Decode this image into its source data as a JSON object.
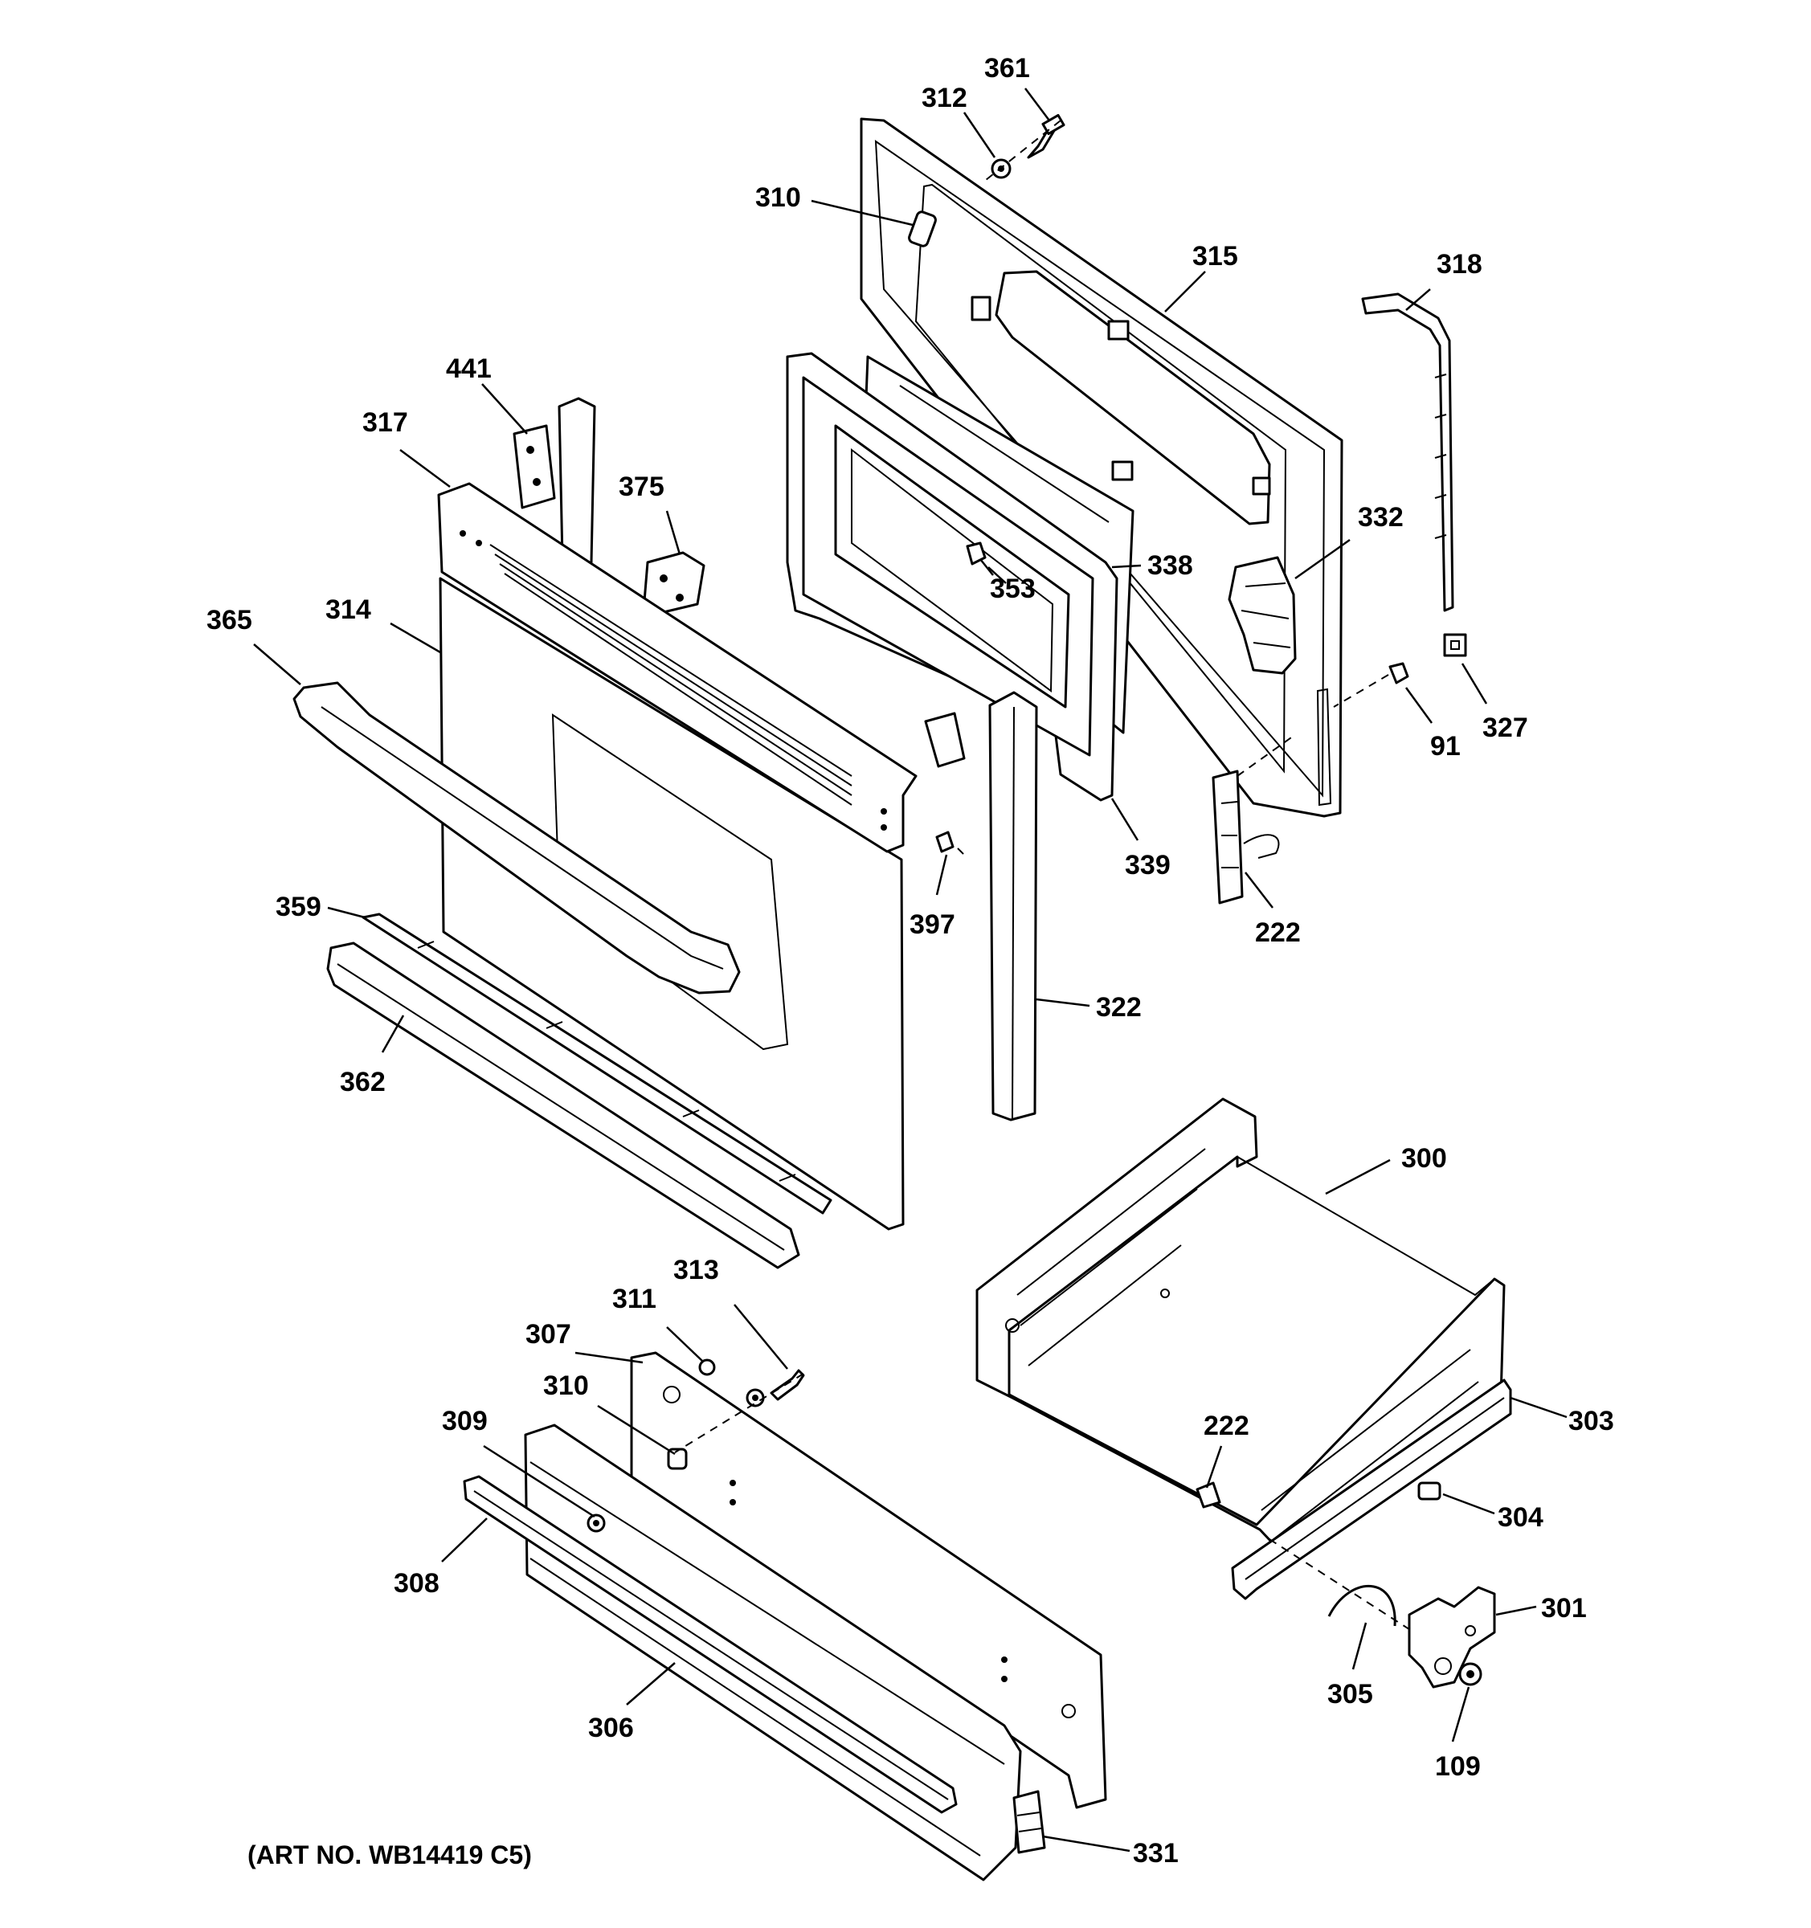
{
  "callouts": {
    "c361": "361",
    "c312": "312",
    "c310a": "310",
    "c315": "315",
    "c318": "318",
    "c441": "441",
    "c317": "317",
    "c375": "375",
    "c332": "332",
    "c338": "338",
    "c353": "353",
    "c365": "365",
    "c314": "314",
    "c327": "327",
    "c91": "91",
    "c339": "339",
    "c397": "397",
    "c222a": "222",
    "c359": "359",
    "c322": "322",
    "c362": "362",
    "c300": "300",
    "c313": "313",
    "c311": "311",
    "c307": "307",
    "c310b": "310",
    "c222b": "222",
    "c303": "303",
    "c309": "309",
    "c304": "304",
    "c308": "308",
    "c301": "301",
    "c305": "305",
    "c306": "306",
    "c109": "109",
    "c331": "331"
  },
  "art_number": "(ART NO. WB14419 C5)"
}
